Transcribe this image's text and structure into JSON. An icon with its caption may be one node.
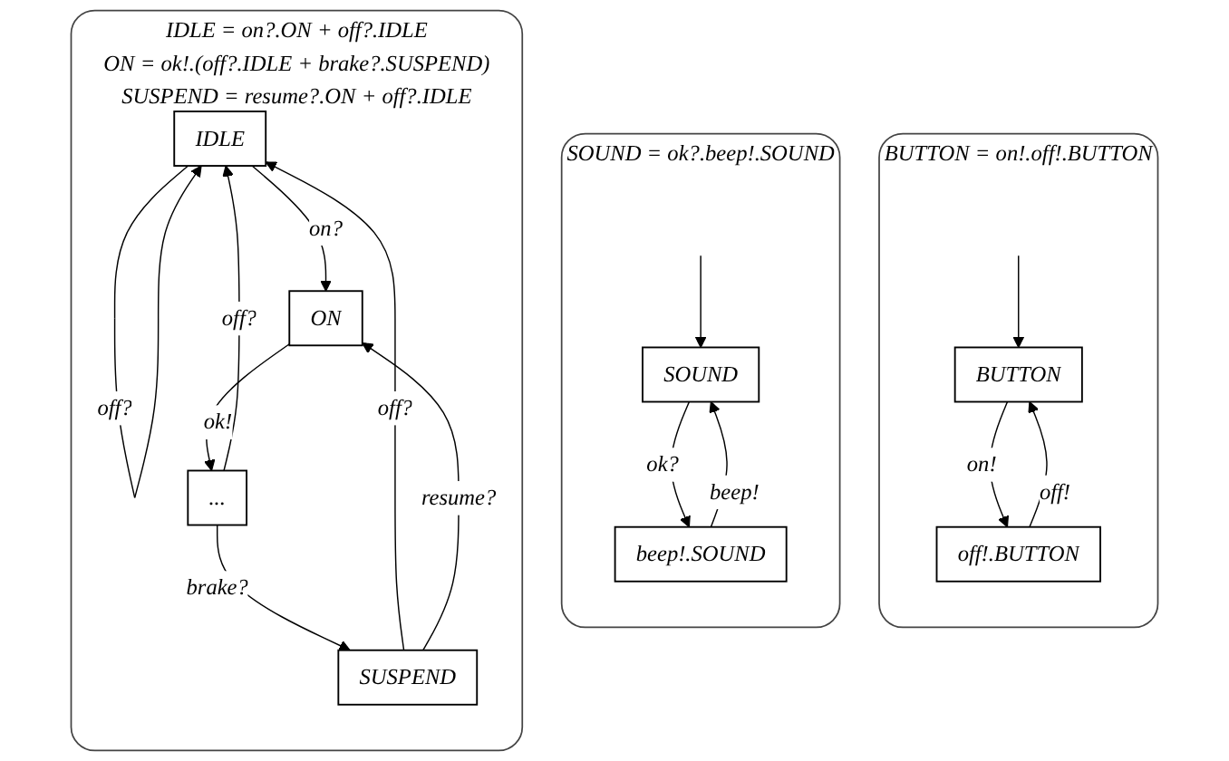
{
  "diagram": {
    "nodes": [
      {
        "text": [
          "IDLE = on?.ON + off?.IDLE",
          "ON = ok!.(off?.IDLE + brake?.SUSPEND)",
          "SUSPEND = resume?.ON + off?.IDLE"
        ]
      },
      {
        "text": [
          "IDLE"
        ],
        "in": 0
      },
      {
        "text": [
          "ON"
        ],
        "in": 0
      },
      {
        "text": [
          "..."
        ],
        "in": 0
      },
      {
        "text": [
          "SUSPEND"
        ],
        "in": 0
      },
      {
        "text": [
          "SOUND = ok?.beep!.SOUND"
        ]
      },
      {
        "text": [
          "SOUND"
        ],
        "in": 5
      },
      {
        "text": [
          "beep!.SOUND"
        ],
        "in": 5
      },
      {
        "text": [
          "BUTTON = on!.off!.BUTTON"
        ]
      },
      {
        "text": [
          "BUTTON"
        ],
        "in": 8
      },
      {
        "text": [
          "off!.BUTTON"
        ],
        "in": 8
      }
    ],
    "edges": [
      {
        "from": 1,
        "to": 1,
        "label": "off?",
        "arrow": "to"
      },
      {
        "from": 1,
        "to": 2,
        "label": "on?",
        "arrow": "to"
      },
      {
        "from": 2,
        "to": 3,
        "label": "ok!",
        "arrow": "to"
      },
      {
        "from": 3,
        "to": 1,
        "label": "off?",
        "arrow": "to"
      },
      {
        "from": 3,
        "to": 4,
        "label": "brake?",
        "arrow": "to"
      },
      {
        "from": 4,
        "to": 1,
        "label": "off?",
        "arrow": "to"
      },
      {
        "from": 4,
        "to": 2,
        "label": "resume?",
        "arrow": "to"
      },
      {
        "from": null,
        "to": 6,
        "arrow": "to"
      },
      {
        "from": 6,
        "to": 7,
        "label": "ok?",
        "arrow": "to"
      },
      {
        "from": 7,
        "to": 6,
        "label": "beep!",
        "arrow": "to"
      },
      {
        "from": null,
        "to": 9,
        "arrow": "to"
      },
      {
        "from": 9,
        "to": 10,
        "label": "on!",
        "arrow": "to"
      },
      {
        "from": 10,
        "to": 9,
        "label": "off!",
        "arrow": "to"
      }
    ]
  }
}
